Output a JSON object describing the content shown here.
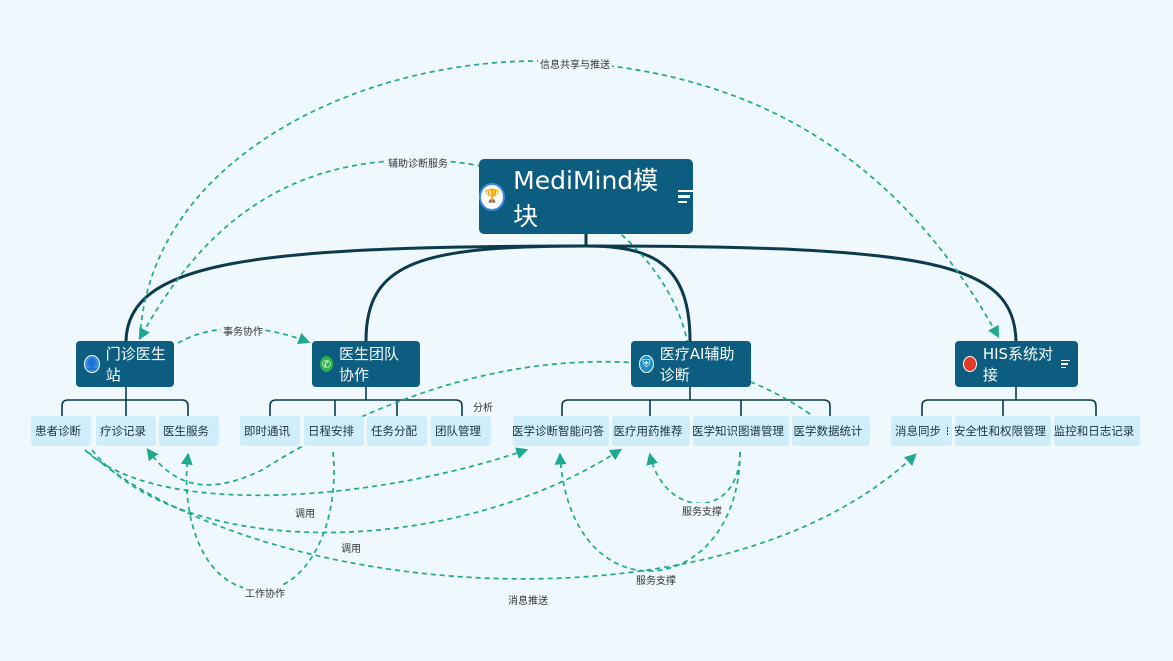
{
  "root": {
    "title": "MediMind模块",
    "icon": "trophy-icon"
  },
  "modules": [
    {
      "id": "clinic",
      "label": "门诊医生站",
      "icon": "user-icon",
      "children": [
        "患者诊断",
        "疗诊记录",
        "医生服务"
      ]
    },
    {
      "id": "team",
      "label": "医生团队协作",
      "icon": "phone-icon",
      "children": [
        "即时通讯",
        "日程安排",
        "任务分配",
        "团队管理"
      ]
    },
    {
      "id": "ai",
      "label": "医疗AI辅助诊断",
      "icon": "shield-icon",
      "children": [
        "医学诊断智能问答",
        "医疗用药推荐",
        "医学知识图谱管理",
        "医学数据统计"
      ]
    },
    {
      "id": "his",
      "label": "HIS系统对接",
      "icon": "record-icon",
      "children": [
        "消息同步",
        "安全性和权限管理",
        "监控和日志记录"
      ]
    }
  ],
  "relations": {
    "info_share": "信息共享与推送",
    "aux_diag": "辅助诊断服务",
    "affair": "事务协作",
    "analysis": "分析",
    "call1": "调用",
    "call2": "调用",
    "work": "工作协作",
    "service1": "服务支撑",
    "service2": "服务支撑",
    "msg_push": "消息推送"
  },
  "colors": {
    "node": "#0c5d80",
    "leaf": "#cfeefa",
    "tree_line": "#0b3b4c",
    "relation_line": "#1fa991",
    "background": "#eef8fd"
  }
}
